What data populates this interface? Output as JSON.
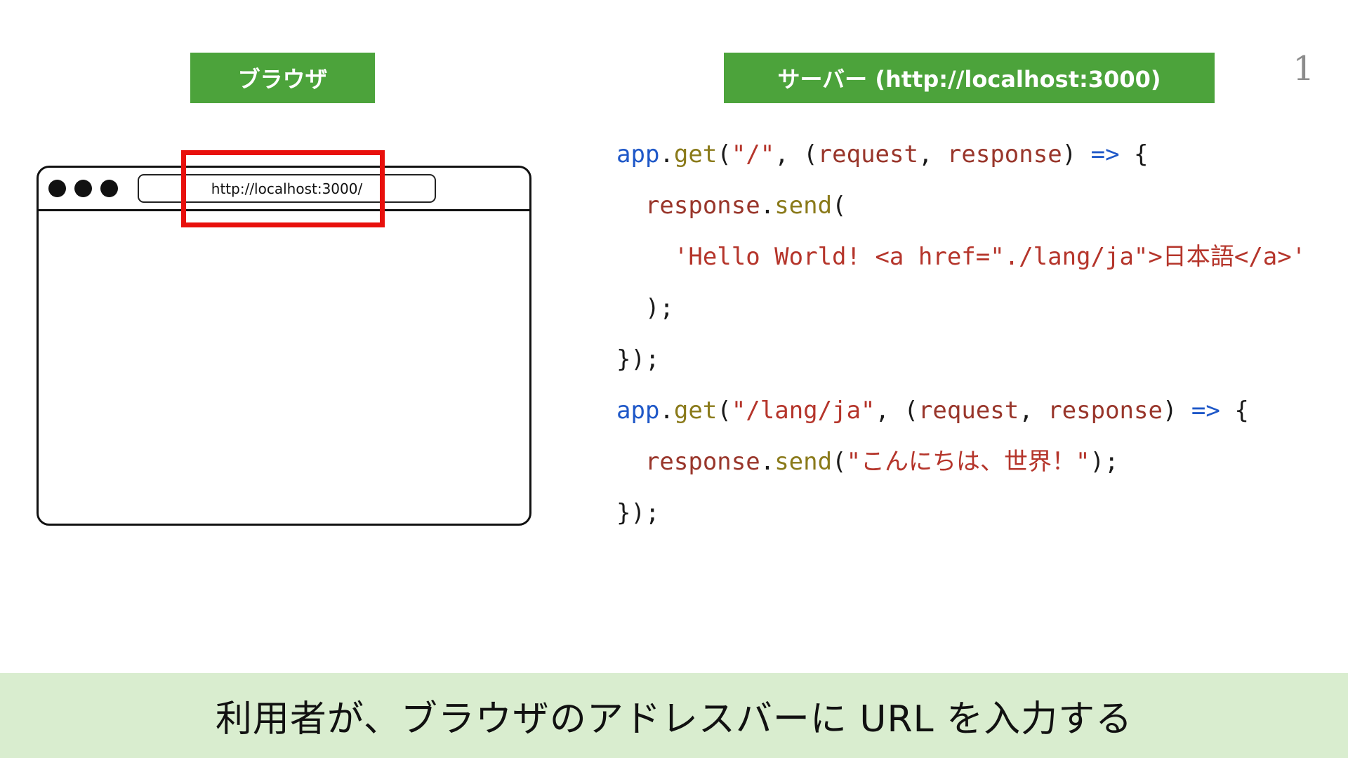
{
  "slide": {
    "page_number": "1",
    "caption": "利用者が、ブラウザのアドレスバーに URL を入力する"
  },
  "labels": {
    "browser": "ブラウザ",
    "server": "サーバー (http://localhost:3000)"
  },
  "browser_window": {
    "address_bar": "http://localhost:3000/"
  },
  "code": {
    "lines": [
      [
        [
          "kw",
          "app"
        ],
        [
          "plain",
          "."
        ],
        [
          "fn",
          "get"
        ],
        [
          "plain",
          "("
        ],
        [
          "str",
          "\"/\""
        ],
        [
          "plain",
          ", ("
        ],
        [
          "var",
          "request"
        ],
        [
          "plain",
          ", "
        ],
        [
          "var",
          "response"
        ],
        [
          "plain",
          ") "
        ],
        [
          "kw",
          "=>"
        ],
        [
          "plain",
          " {"
        ]
      ],
      [
        [
          "plain",
          "  "
        ],
        [
          "var",
          "response"
        ],
        [
          "plain",
          "."
        ],
        [
          "fn",
          "send"
        ],
        [
          "plain",
          "("
        ]
      ],
      [
        [
          "plain",
          "    "
        ],
        [
          "str",
          "'Hello World! <a href=\"./lang/ja\">日本語</a>'"
        ]
      ],
      [
        [
          "plain",
          "  );"
        ]
      ],
      [
        [
          "plain",
          "});"
        ]
      ],
      [
        [
          "kw",
          "app"
        ],
        [
          "plain",
          "."
        ],
        [
          "fn",
          "get"
        ],
        [
          "plain",
          "("
        ],
        [
          "str",
          "\"/lang/ja\""
        ],
        [
          "plain",
          ", ("
        ],
        [
          "var",
          "request"
        ],
        [
          "plain",
          ", "
        ],
        [
          "var",
          "response"
        ],
        [
          "plain",
          ") "
        ],
        [
          "kw",
          "=>"
        ],
        [
          "plain",
          " {"
        ]
      ],
      [
        [
          "plain",
          "  "
        ],
        [
          "var",
          "response"
        ],
        [
          "plain",
          "."
        ],
        [
          "fn",
          "send"
        ],
        [
          "plain",
          "("
        ],
        [
          "str",
          "\"こんにちは、世界！\""
        ],
        [
          "plain",
          ");"
        ]
      ],
      [
        [
          "plain",
          "});"
        ]
      ]
    ]
  },
  "colors": {
    "header-green": "#4CA33B",
    "banner-green": "#D9EDCF",
    "highlight-red": "#E8100C",
    "code-blue": "#1F58C8",
    "code-olive": "#8A7A1A",
    "code-var-red": "#99362B",
    "code-str-red": "#B5352B",
    "page-gray": "#8C8C8C"
  }
}
